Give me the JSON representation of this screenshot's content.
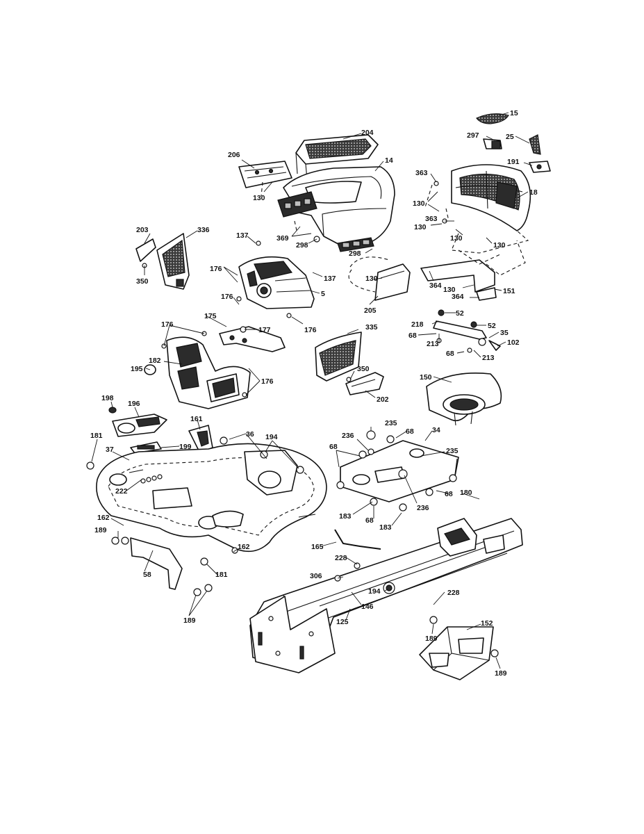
{
  "colors": {
    "ink": "#111111",
    "paper": "#ffffff",
    "shade": "#2b2b2b"
  },
  "callouts": [
    {
      "id": "c15",
      "text": "15"
    },
    {
      "id": "c204",
      "text": "204"
    },
    {
      "id": "c297",
      "text": "297"
    },
    {
      "id": "c25",
      "text": "25"
    },
    {
      "id": "c206",
      "text": "206"
    },
    {
      "id": "c14",
      "text": "14"
    },
    {
      "id": "c191",
      "text": "191"
    },
    {
      "id": "c363a",
      "text": "363"
    },
    {
      "id": "c18",
      "text": "18"
    },
    {
      "id": "c130a",
      "text": "130"
    },
    {
      "id": "c130b",
      "text": "130"
    },
    {
      "id": "c363b",
      "text": "363"
    },
    {
      "id": "c130c",
      "text": "130"
    },
    {
      "id": "c203",
      "text": "203"
    },
    {
      "id": "c336",
      "text": "336"
    },
    {
      "id": "c137a",
      "text": "137"
    },
    {
      "id": "c369",
      "text": "369"
    },
    {
      "id": "c298a",
      "text": "298"
    },
    {
      "id": "c130d",
      "text": "130"
    },
    {
      "id": "c130e",
      "text": "130"
    },
    {
      "id": "c298b",
      "text": "298"
    },
    {
      "id": "c176a",
      "text": "176"
    },
    {
      "id": "c137b",
      "text": "137"
    },
    {
      "id": "c350a",
      "text": "350"
    },
    {
      "id": "c130f",
      "text": "130"
    },
    {
      "id": "c364a",
      "text": "364"
    },
    {
      "id": "c130g",
      "text": "130"
    },
    {
      "id": "c151",
      "text": "151"
    },
    {
      "id": "c176b",
      "text": "176"
    },
    {
      "id": "c5",
      "text": "5"
    },
    {
      "id": "c364b",
      "text": "364"
    },
    {
      "id": "c205",
      "text": "205"
    },
    {
      "id": "c52a",
      "text": "52"
    },
    {
      "id": "c176c",
      "text": "176"
    },
    {
      "id": "c175",
      "text": "175"
    },
    {
      "id": "c218",
      "text": "218"
    },
    {
      "id": "c52b",
      "text": "52"
    },
    {
      "id": "c176d",
      "text": "176"
    },
    {
      "id": "c177",
      "text": "177"
    },
    {
      "id": "c335",
      "text": "335"
    },
    {
      "id": "c35",
      "text": "35"
    },
    {
      "id": "c68a",
      "text": "68"
    },
    {
      "id": "c213a",
      "text": "213"
    },
    {
      "id": "c102",
      "text": "102"
    },
    {
      "id": "c68b",
      "text": "68"
    },
    {
      "id": "c213b",
      "text": "213"
    },
    {
      "id": "c182",
      "text": "182"
    },
    {
      "id": "c195",
      "text": "195"
    },
    {
      "id": "c350b",
      "text": "350"
    },
    {
      "id": "c176e",
      "text": "176"
    },
    {
      "id": "c150",
      "text": "150"
    },
    {
      "id": "c202",
      "text": "202"
    },
    {
      "id": "c198",
      "text": "198"
    },
    {
      "id": "c196",
      "text": "196"
    },
    {
      "id": "c161",
      "text": "161"
    },
    {
      "id": "c235a",
      "text": "235"
    },
    {
      "id": "c181a",
      "text": "181"
    },
    {
      "id": "c36",
      "text": "36"
    },
    {
      "id": "c194a",
      "text": "194"
    },
    {
      "id": "c236a",
      "text": "236"
    },
    {
      "id": "c68c",
      "text": "68"
    },
    {
      "id": "c34",
      "text": "34"
    },
    {
      "id": "c199",
      "text": "199"
    },
    {
      "id": "c37",
      "text": "37"
    },
    {
      "id": "c68d",
      "text": "68"
    },
    {
      "id": "c235b",
      "text": "235"
    },
    {
      "id": "c222",
      "text": "222"
    },
    {
      "id": "c180",
      "text": "180"
    },
    {
      "id": "c68e",
      "text": "68"
    },
    {
      "id": "c236b",
      "text": "236"
    },
    {
      "id": "c183a",
      "text": "183"
    },
    {
      "id": "c162a",
      "text": "162"
    },
    {
      "id": "c68f",
      "text": "68"
    },
    {
      "id": "c183b",
      "text": "183"
    },
    {
      "id": "c189a",
      "text": "189"
    },
    {
      "id": "c165",
      "text": "165"
    },
    {
      "id": "c162b",
      "text": "162"
    },
    {
      "id": "c228a",
      "text": "228"
    },
    {
      "id": "c58",
      "text": "58"
    },
    {
      "id": "c181b",
      "text": "181"
    },
    {
      "id": "c306",
      "text": "306"
    },
    {
      "id": "c194b",
      "text": "194"
    },
    {
      "id": "c228b",
      "text": "228"
    },
    {
      "id": "c146",
      "text": "146"
    },
    {
      "id": "c189b",
      "text": "189"
    },
    {
      "id": "c125",
      "text": "125"
    },
    {
      "id": "c152",
      "text": "152"
    },
    {
      "id": "c189c",
      "text": "189"
    },
    {
      "id": "c189d",
      "text": "189"
    }
  ]
}
